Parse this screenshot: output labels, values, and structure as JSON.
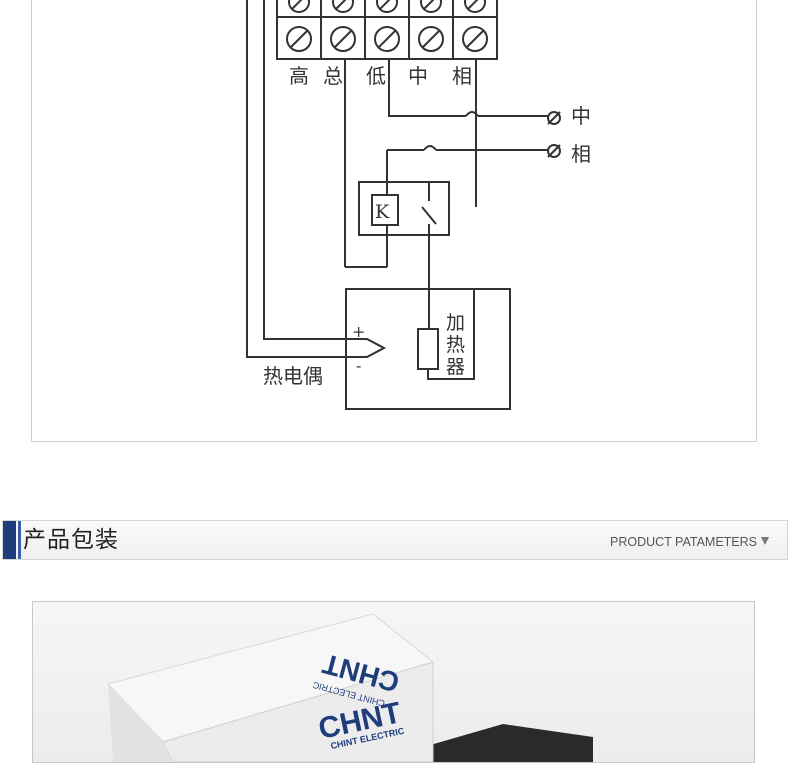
{
  "diagram": {
    "terminal_labels": [
      "高",
      "总",
      "低",
      "中",
      "相"
    ],
    "right_labels": [
      "中",
      "相"
    ],
    "relay_label": "K",
    "heater_label": [
      "加",
      "热",
      "器"
    ],
    "thermocouple_label": "热电偶",
    "plus_sign": "+",
    "minus_sign": "-"
  },
  "section": {
    "title": "产品包装",
    "subtitle": "PRODUCT PATAMETERS"
  },
  "product_photo": {
    "brand_top": "CHNT",
    "brand_top_sub": "CHINT ELECTRIC",
    "brand_front": "CHNT",
    "brand_front_sub": "CHINT ELECTRIC",
    "accent_color": "#1f3d7a"
  }
}
